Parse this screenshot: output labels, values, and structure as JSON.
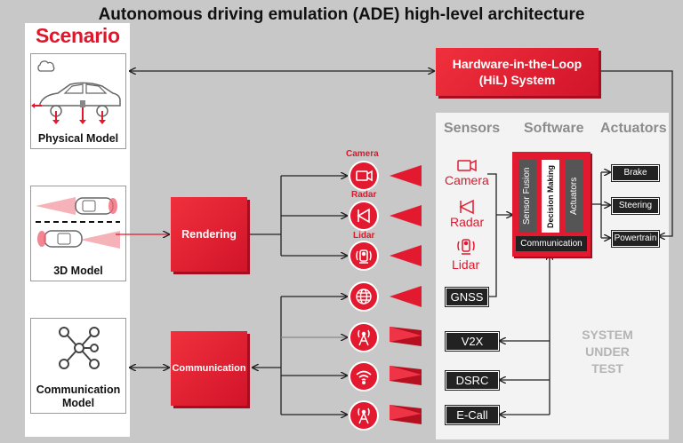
{
  "title": "Autonomous driving emulation (ADE) high-level architecture",
  "scenario": {
    "title": "Scenario",
    "physical_model": "Physical Model",
    "model_3d": "3D Model",
    "communication_model_line1": "Communication",
    "communication_model_line2": "Model"
  },
  "hil": {
    "line1": "Hardware-in-the-Loop",
    "line2": "(HiL) System"
  },
  "rendering": "Rendering",
  "communication_block": "Communication",
  "emulators": {
    "camera": "Camera",
    "radar": "Radar",
    "lidar": "Lidar"
  },
  "headers": {
    "sensors": "Sensors",
    "software": "Software",
    "actuators": "Actuators"
  },
  "sensors": {
    "camera": "Camera",
    "radar": "Radar",
    "lidar": "Lidar",
    "gnss": "GNSS",
    "v2x": "V2X",
    "dsrc": "DSRC",
    "ecall": "E-Call"
  },
  "software": {
    "sensor_fusion": "Sensor Fusion",
    "decision_making": "Decision Making",
    "actuators": "Actuators",
    "communication": "Communication"
  },
  "actuators": {
    "brake": "Brake",
    "steering": "Steering",
    "powertrain": "Powertrain"
  },
  "sut": {
    "line1": "SYSTEM",
    "line2": "UNDER",
    "line3": "TEST"
  },
  "colors": {
    "red": "#e3192f",
    "dark": "#222222",
    "panel": "#f3f3f3",
    "background": "#c8c8c8"
  },
  "icons": [
    "cloud-icon",
    "car-icon",
    "network-node-icon",
    "camera-icon",
    "radar-icon",
    "lidar-icon",
    "globe-icon",
    "antenna-icon",
    "wifi-icon"
  ]
}
